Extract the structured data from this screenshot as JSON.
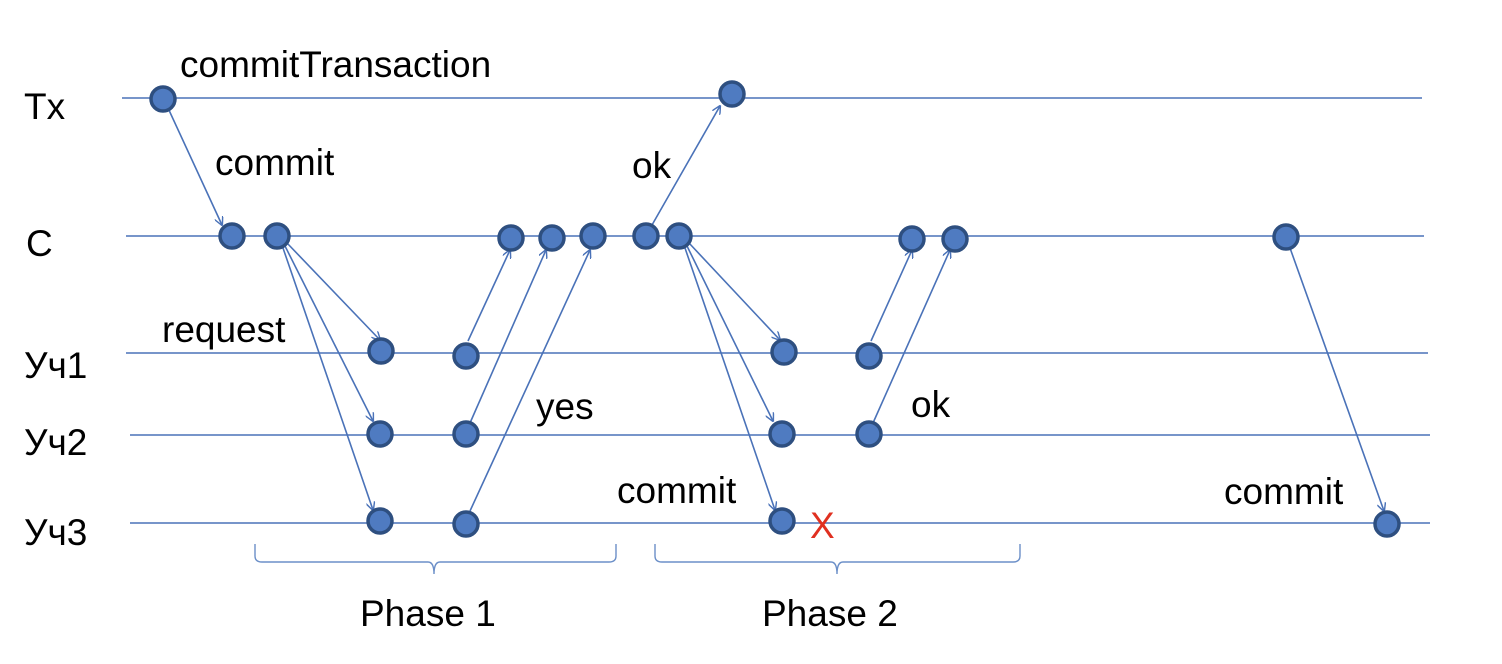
{
  "diagram": {
    "lanes": [
      "Tx",
      "C",
      "Уч1",
      "Уч2",
      "Уч3"
    ],
    "labels": {
      "commit_transaction": "commitTransaction",
      "commit_1": "commit",
      "request": "request",
      "ok_1": "ok",
      "yes": "yes",
      "ok_2": "ok",
      "commit_2": "commit",
      "commit_3": "commit"
    },
    "failure_mark": "X",
    "phases": [
      "Phase 1",
      "Phase 2"
    ],
    "colors": {
      "line": "#4a72b8",
      "node_fill": "#4f7bc1",
      "node_stroke": "#2e4f80",
      "failure": "#e03020"
    }
  }
}
